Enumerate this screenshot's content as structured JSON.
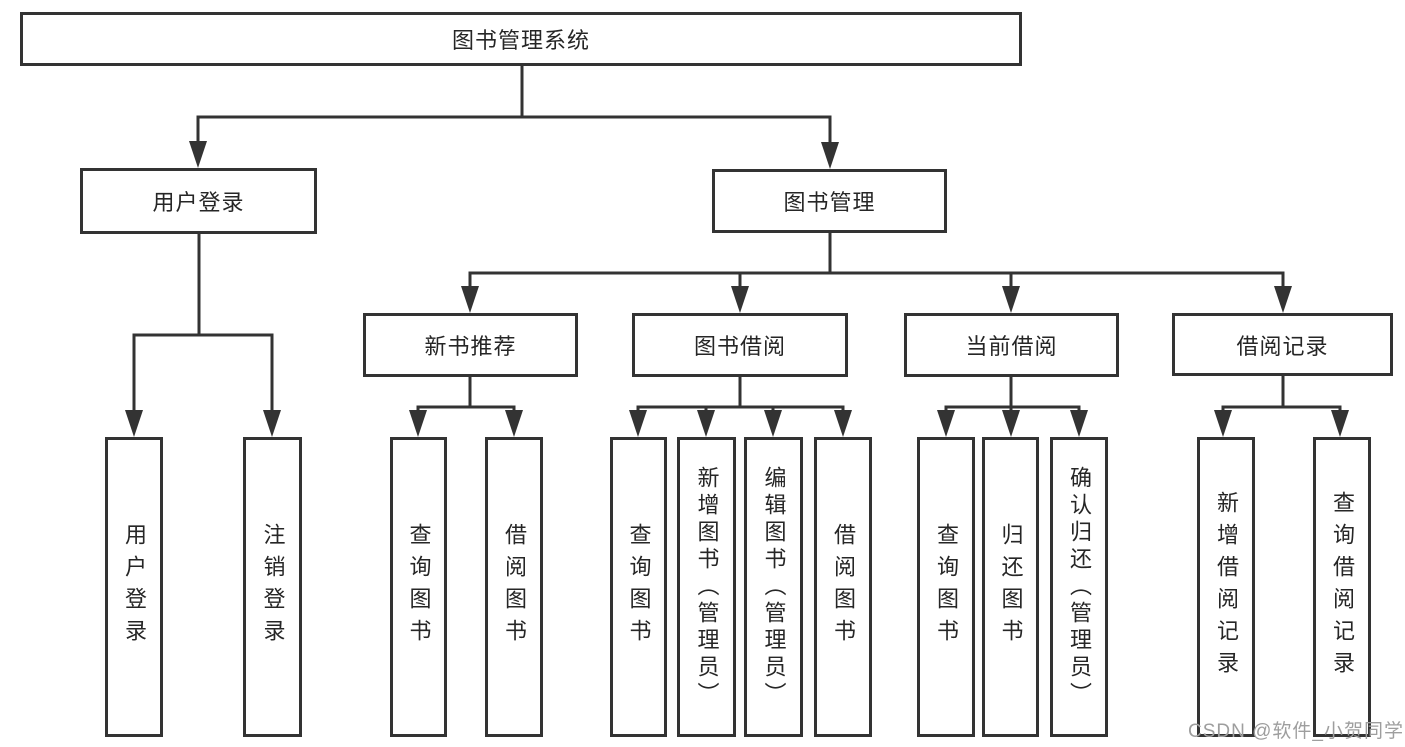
{
  "colors": {
    "line": "#333333",
    "text": "#262626",
    "background": "#ffffff",
    "watermark": "#9e9e9e"
  },
  "diagram": {
    "title_node": {
      "label": "图书管理系统"
    },
    "level2": [
      {
        "label": "用户登录"
      },
      {
        "label": "图书管理"
      }
    ],
    "level3": [
      {
        "label": "新书推荐",
        "parent": "图书管理"
      },
      {
        "label": "图书借阅",
        "parent": "图书管理"
      },
      {
        "label": "当前借阅",
        "parent": "图书管理"
      },
      {
        "label": "借阅记录",
        "parent": "图书管理"
      }
    ],
    "leaves": [
      {
        "label": "用户登录",
        "parent": "用户登录"
      },
      {
        "label": "注销登录",
        "parent": "用户登录"
      },
      {
        "label": "查询图书",
        "parent": "新书推荐"
      },
      {
        "label": "借阅图书",
        "parent": "新书推荐"
      },
      {
        "label": "查询图书",
        "parent": "图书借阅"
      },
      {
        "label": "新增图书（管理员）",
        "parent": "图书借阅"
      },
      {
        "label": "编辑图书（管理员）",
        "parent": "图书借阅"
      },
      {
        "label": "借阅图书",
        "parent": "图书借阅"
      },
      {
        "label": "查询图书",
        "parent": "当前借阅"
      },
      {
        "label": "归还图书",
        "parent": "当前借阅"
      },
      {
        "label": "确认归还（管理员）",
        "parent": "当前借阅"
      },
      {
        "label": "新增借阅记录",
        "parent": "借阅记录"
      },
      {
        "label": "查询借阅记录",
        "parent": "借阅记录"
      }
    ]
  },
  "watermark": {
    "text": "CSDN @软件_小贺同学"
  }
}
